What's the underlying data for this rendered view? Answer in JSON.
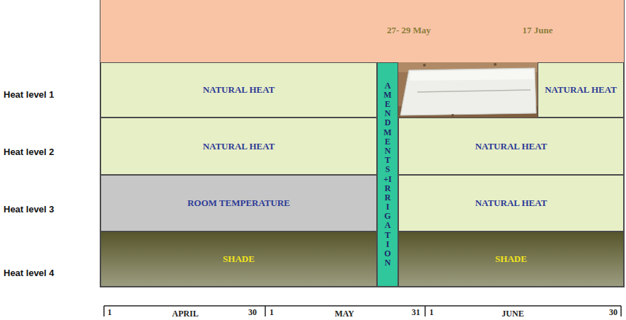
{
  "diagram": {
    "nodes": [
      {
        "text": [
          "27- 29 May",
          "17 June"
        ]
      },
      {
        "text": [
          "NATURAL HEAT"
        ]
      },
      {
        "text": [
          "AMENDMENTS+IRRIGATION"
        ]
      },
      {
        "text": [
          "NATURAL HEAT"
        ]
      },
      {
        "text": [
          "NATURAL HEAT"
        ]
      },
      {
        "text": [
          "NATURAL HEAT"
        ]
      },
      {
        "text": [
          "ROOM TEMPERATURE"
        ]
      },
      {
        "text": [
          "NATURAL HEAT"
        ]
      },
      {
        "text": [
          "SHADE"
        ]
      },
      {
        "text": [
          "SHADE"
        ]
      }
    ],
    "labels": [
      "Heat level 1",
      "Heat level 2",
      "Heat level 3",
      "Heat level 4",
      "1",
      "30",
      "APRIL",
      "1",
      "MAY",
      "31",
      "1",
      "JUNE",
      "30"
    ]
  }
}
